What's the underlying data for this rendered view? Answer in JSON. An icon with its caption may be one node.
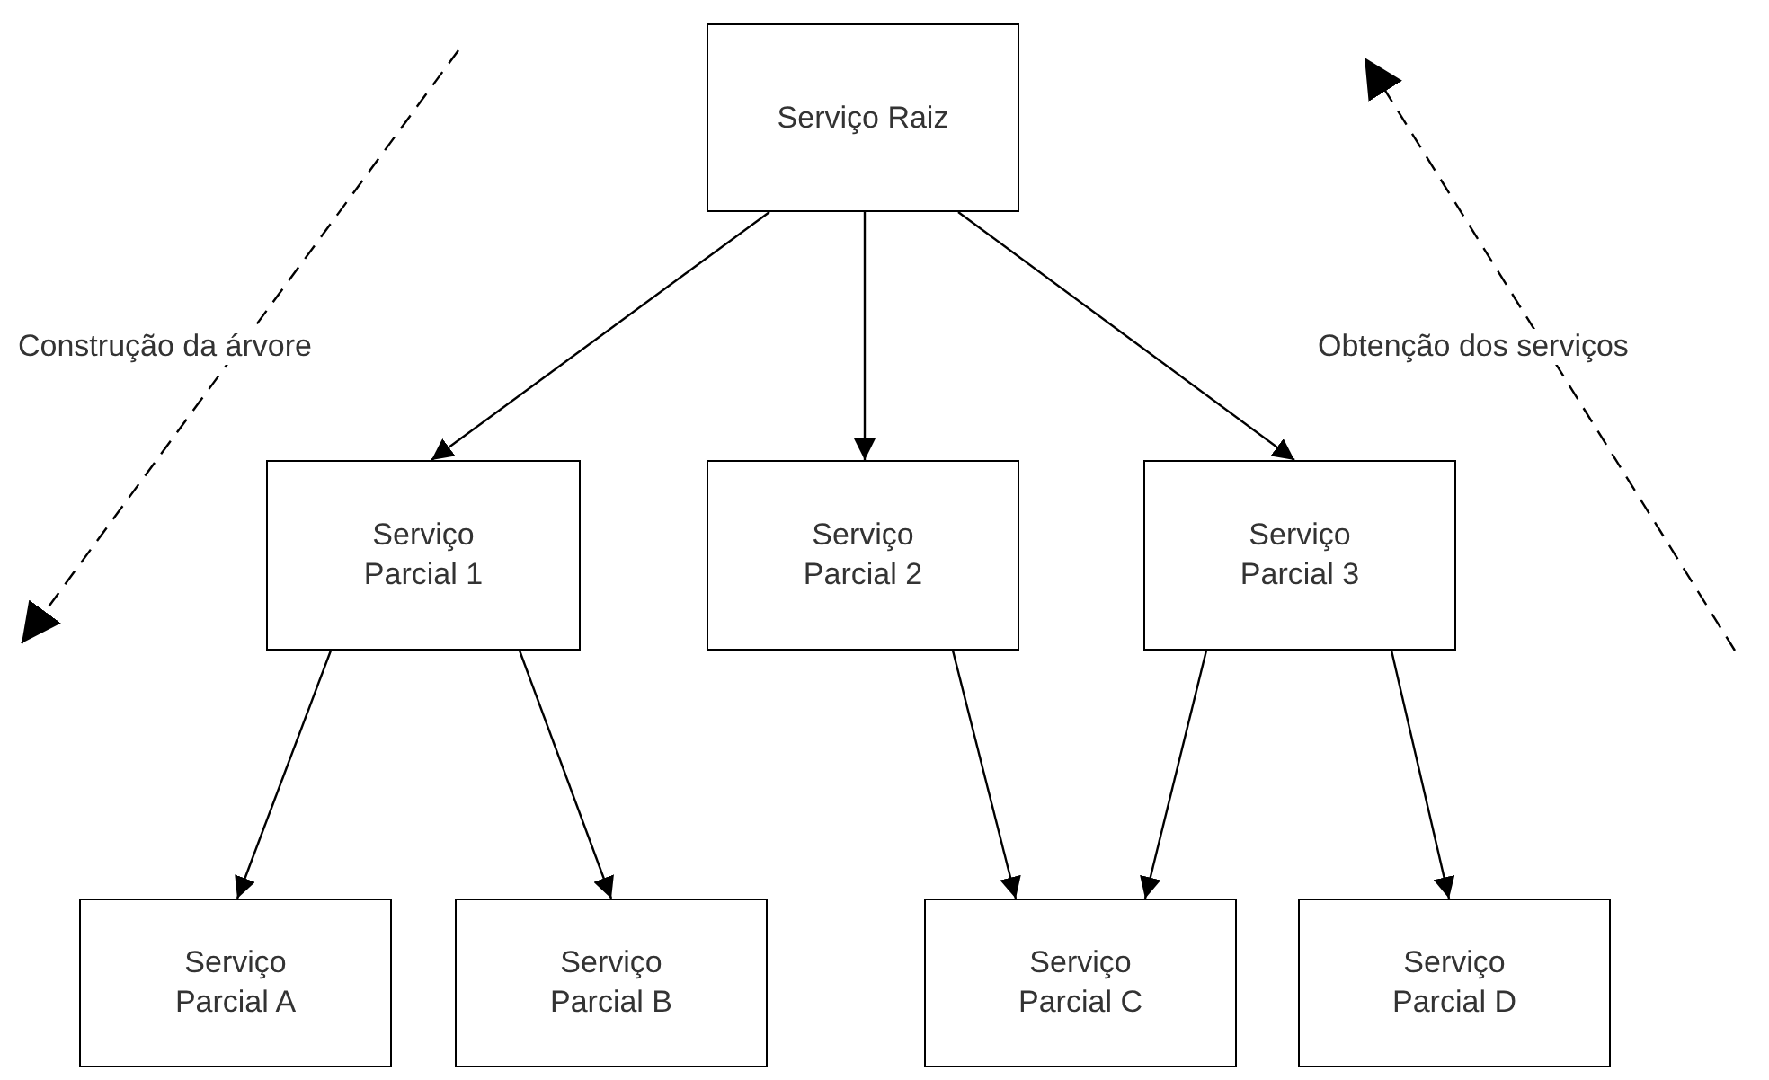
{
  "diagram": {
    "nodes": [
      {
        "text": [
          "Serviço Raiz"
        ]
      },
      {
        "text": [
          "Serviço Parcial 1"
        ]
      },
      {
        "text": [
          "Serviço Parcial 2"
        ]
      },
      {
        "text": [
          "Serviço Parcial 3"
        ]
      },
      {
        "text": [
          "Serviço Parcial A"
        ]
      },
      {
        "text": [
          "Serviço Parcial B"
        ]
      },
      {
        "text": [
          "Serviço Parcial C"
        ]
      },
      {
        "text": [
          "Serviço Parcial D"
        ]
      }
    ],
    "edges": [
      {
        "from": 0,
        "to": 1,
        "arrow": "to"
      },
      {
        "from": 0,
        "to": 2,
        "arrow": "to"
      },
      {
        "from": 0,
        "to": 3,
        "arrow": "to"
      },
      {
        "from": 1,
        "to": 4,
        "arrow": "to"
      },
      {
        "from": 1,
        "to": 5,
        "arrow": "to"
      },
      {
        "from": 2,
        "to": 6,
        "arrow": "to"
      },
      {
        "from": 3,
        "to": 6,
        "arrow": "to"
      },
      {
        "from": 3,
        "to": 7,
        "arrow": "to"
      }
    ],
    "labels": [
      "Construção da árvore",
      "Obtenção dos serviços"
    ]
  }
}
